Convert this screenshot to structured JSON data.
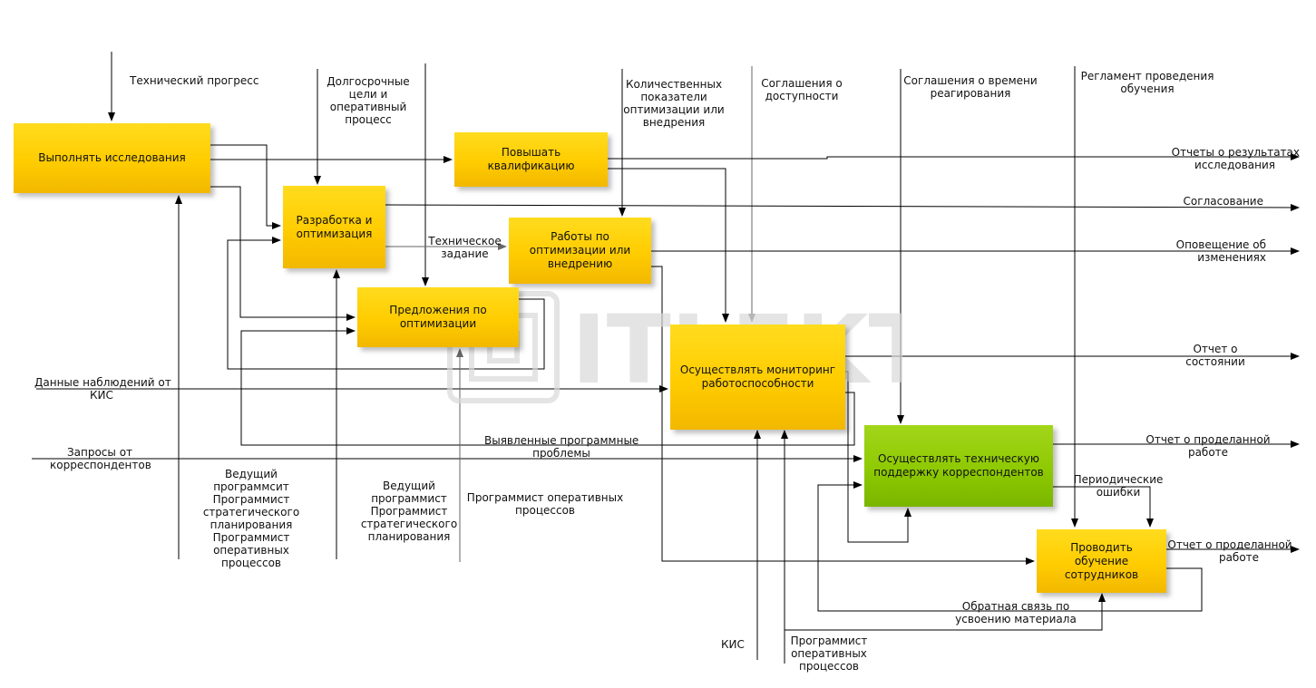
{
  "boxes": {
    "research": "Выполнять исследования",
    "qualification": "Повышать квалификацию",
    "development": "Разработка и оптимизация",
    "optimization_work": "Работы по оптимизации или внедрению",
    "proposals": "Предложения по оптимизации",
    "monitoring": "Осуществлять мониторинг работоспособности",
    "support": "Осуществлять техническую поддержку корреспондентов",
    "training": "Проводить обучение сотрудников"
  },
  "labels": {
    "tech_progress": "Технический прогресс",
    "longterm": [
      "Долгосрочные",
      "цели и",
      "оперативный",
      "процесс"
    ],
    "quant": [
      "Количественных",
      "показатели",
      "оптимизации или",
      "внедрения"
    ],
    "sla_access": [
      "Соглашения о",
      "доступности"
    ],
    "sla_time": [
      "Соглашения о времени",
      "реагирования"
    ],
    "reg_training": [
      "Регламент проведения",
      "обучения"
    ],
    "out_reports": [
      "Отчеты о результатах",
      "исследования"
    ],
    "out_approval": "Согласование",
    "out_notify": [
      "Оповещение об",
      "изменениях"
    ],
    "out_status": [
      "Отчет о",
      "состоянии"
    ],
    "out_work_done": [
      "Отчет о проделанной",
      "работе"
    ],
    "out_work_done2": [
      "Отчет о проделанной",
      "работе"
    ],
    "tech_spec": [
      "Техническое",
      "задание"
    ],
    "in_observation": [
      "Данные наблюдений от",
      "КИС"
    ],
    "in_requests": [
      "Запросы от",
      "корреспондентов"
    ],
    "found_problems": [
      "Выявленные программные",
      "проблемы"
    ],
    "periodic_errors": [
      "Периодические",
      "ошибки"
    ],
    "feedback": [
      "Обратная связь по",
      "усвоению материала"
    ],
    "mech_1": [
      "Ведущий",
      "программсит",
      "Программист",
      "стратегического",
      "планирования",
      "Программист",
      "оперативных",
      "процессов"
    ],
    "mech_2": [
      "Ведущий",
      "программист",
      "Программист",
      "стратегического",
      "планирования"
    ],
    "mech_3": [
      "Программист оперативных",
      "процессов"
    ],
    "mech_kis": "КИС",
    "mech_ops": [
      "Программист",
      "оперативных",
      "процессов"
    ]
  },
  "colors": {
    "activity_box": "#ffcc00",
    "support_box": "#8cc800",
    "line": "#000000",
    "watermark": "#d9d9d9"
  },
  "watermark_text": "ITLEKT"
}
